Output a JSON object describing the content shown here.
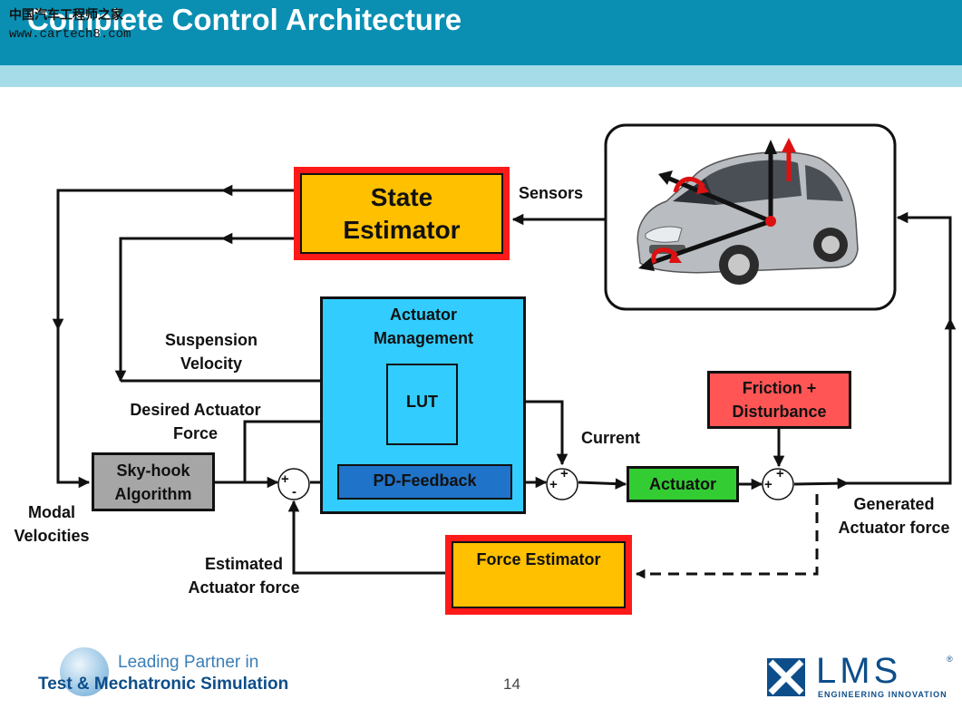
{
  "header": {
    "title": "Complete Control Architecture",
    "watermark_cn": "中国汽车工程师之家",
    "watermark_url": "www.cartech8.com"
  },
  "blocks": {
    "state_estimator": "State Estimator",
    "actuator_management": "Actuator Management",
    "lut": "LUT",
    "pd_feedback": "PD-Feedback",
    "actuator": "Actuator",
    "friction": "Friction + Disturbance",
    "skyhook": "Sky-hook Algorithm",
    "force_estimator": "Force Estimator"
  },
  "signals": {
    "sensors": "Sensors",
    "suspension_velocity": "Suspension Velocity",
    "desired_force": "Desired Actuator Force",
    "current": "Current",
    "modal_velocities": "Modal Velocities",
    "estimated_force": "Estimated Actuator force",
    "generated_force": "Generated Actuator force"
  },
  "summing_signs": {
    "sj1_plus": "+",
    "sj1_minus": "-",
    "plus": "+"
  },
  "footer": {
    "tagline_line1": "Leading Partner in",
    "tagline_line2": "Test & Mechatronic Simulation",
    "page_number": "14",
    "brand": "LMS",
    "brand_sub": "ENGINEERING INNOVATION",
    "registered": "®"
  },
  "colors": {
    "header_bar": "#0a8fb3",
    "header_stripe": "#a6dbe8",
    "state_estimator_fill": "#ffc000",
    "highlight_border": "#ff1a1a",
    "actuator_mgmt_fill": "#33ccff",
    "pd_feedback_fill": "#1f73c8",
    "actuator_fill": "#33cc33",
    "friction_fill": "#ff5555",
    "skyhook_fill": "#a6a6a6",
    "brand_blue": "#0d4e8a"
  }
}
